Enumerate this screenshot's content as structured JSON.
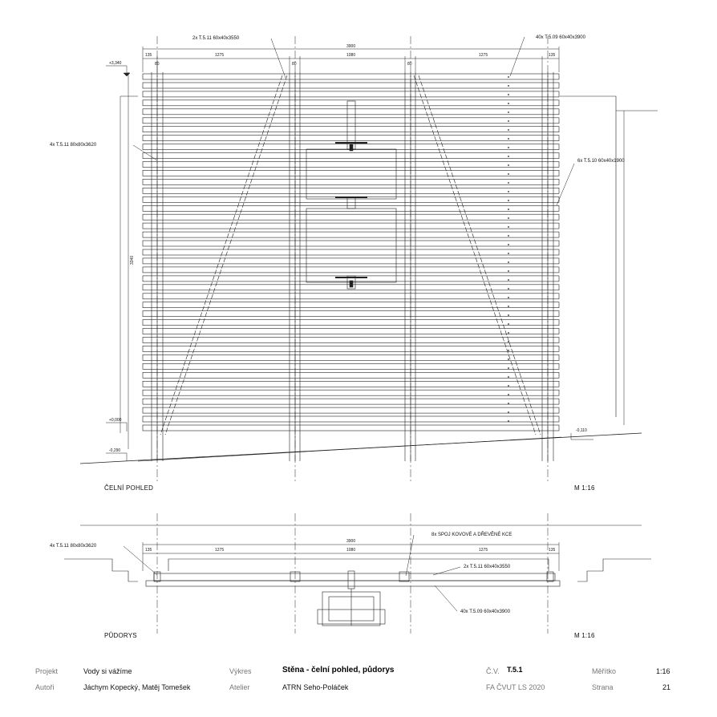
{
  "elevation": {
    "label_top_right": "40x T.5.09 60x40x3900",
    "label_top_left": "2x T.5.11 60x40x3550",
    "label_left": "4x T.5.11 80x80x3620",
    "label_right": "6x T.5.10 60x40x1900",
    "overall_dim": "3900",
    "segment_dims": [
      "135",
      "1275",
      "1080",
      "1275",
      "135"
    ],
    "post_dims": [
      "80",
      "80",
      "80"
    ],
    "height_dim": "3340",
    "levels": {
      "top": "+3,340",
      "zero": "+0,000",
      "low": "-0,290",
      "right": "-0,110"
    },
    "view_title": "ČELNÍ POHLED",
    "scale": "M 1:16"
  },
  "plan": {
    "label_left": "4x T.5.11 80x80x3620",
    "label_connector": "8x SPOJ KOVOVÉ A DŘEVĚNÉ KCE",
    "label_mid": "2x T.5.11 60x40x3550",
    "label_bottom": "40x T.5.09 60x40x3900",
    "overall_dim": "3900",
    "segment_dims": [
      "135",
      "1275",
      "1080",
      "1275",
      "135"
    ],
    "view_title": "PŮDORYS",
    "scale": "M 1:16"
  },
  "footer": {
    "projekt_label": "Projekt",
    "projekt_value": "Vody si vážíme",
    "autori_label": "Autoři",
    "autori_value": "Jáchym Kopecký, Matěj Tomešek",
    "vykres_label": "Výkres",
    "vykres_value": "Stěna - čelní pohled, půdorys",
    "atelier_label": "Atelier",
    "atelier_value": "ATRN Seho-Poláček",
    "cv_label": "Č.V.",
    "cv_value": "T.5.1",
    "school": "FA ČVUT LS 2020",
    "meritko_label": "Měřítko",
    "meritko_value": "1:16",
    "strana_label": "Strana",
    "strana_value": "21"
  }
}
